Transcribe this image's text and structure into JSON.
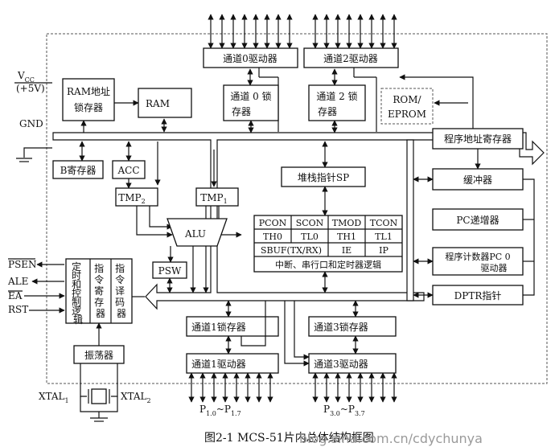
{
  "labels": {
    "vcc": "V",
    "vcc_sub": "CC",
    "vcc_value": "(+5V)",
    "gnd": "GND",
    "ram_addr_1": "RAM地址",
    "ram_addr_2": "锁存器",
    "ram": "RAM",
    "p0_driver": "通道0驱动器",
    "p2_driver": "通道2驱动器",
    "p0_latch_1": "通道 0 锁",
    "p0_latch_2": "存器",
    "p2_latch_1": "通道 2 锁",
    "p2_latch_2": "存器",
    "rom_1": "ROM/",
    "rom_2": "EPROM",
    "pc_addr_reg": "程序地址寄存器",
    "b_reg": "B寄存器",
    "acc": "ACC",
    "sp": "堆栈指针SP",
    "buffer": "缓冲器",
    "tmp2": "TMP",
    "tmp2_sub": "2",
    "tmp1": "TMP",
    "tmp1_sub": "1",
    "alu": "ALU",
    "pc_inc": "PC递增器",
    "pc_counter_1": "程序计数器PC 0",
    "pc_counter_2": "驱动器",
    "psw": "PSW",
    "dptr": "DPTR指针",
    "sfr_row1": [
      "PCON",
      "SCON",
      "TMOD",
      "TCON"
    ],
    "sfr_row2": [
      "TH0",
      "TL0",
      "TH1",
      "TL1"
    ],
    "sfr_row3": [
      "SBUF(TX/RX)",
      "IE",
      "IP"
    ],
    "sfr_row4": "中断、串行口和定时器逻辑",
    "psen": "PSEN",
    "ale": "ALE",
    "ea": "EA",
    "rst": "RST",
    "timing_col": [
      "定",
      "时",
      "和",
      "控",
      "制",
      "逻",
      "辑"
    ],
    "ir_col": [
      "指",
      "令",
      "寄",
      "存",
      "器"
    ],
    "id_col": [
      "指",
      "令",
      "译",
      "码",
      "器"
    ],
    "oscillator": "振荡器",
    "xtal1": "XTAL",
    "xtal1_sub": "1",
    "xtal2": "XTAL",
    "xtal2_sub": "2",
    "p1_latch": "通道1锁存器",
    "p3_latch": "通道3锁存器",
    "p1_driver": "通道1驱动器",
    "p3_driver": "通道3驱动器",
    "p1_pins": [
      "P",
      "1.0",
      "~P",
      "1.7"
    ],
    "p3_pins": [
      "P",
      "3.0",
      "~P",
      "3.7"
    ],
    "caption": "图2-1  MCS-51片内总体结构框图",
    "watermark": "blog.sina.com.cn/cdychunya"
  },
  "colors": {
    "line": "#111111",
    "dashed_border": "#555555",
    "background": "#ffffff",
    "watermark": "#9a9a9a"
  }
}
